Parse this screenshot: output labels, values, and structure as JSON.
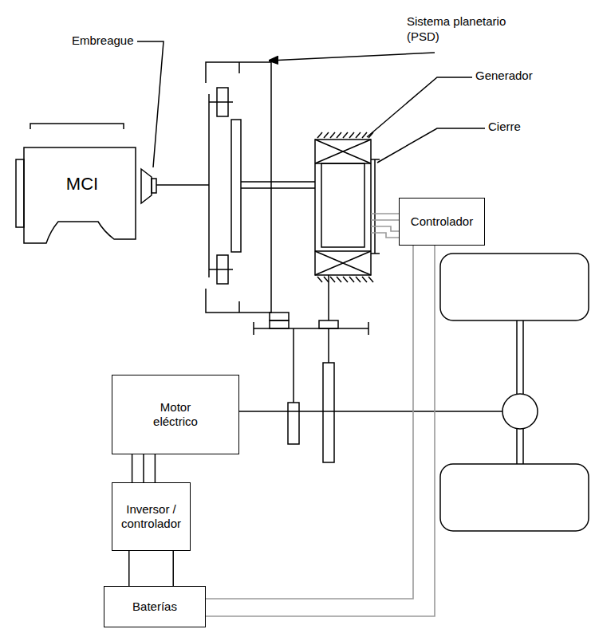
{
  "diagram": {
    "nodes": [
      {
        "text": [
          "MCI"
        ]
      },
      {
        "text": [
          "Controlador"
        ]
      },
      {
        "text": [
          "Motor eléctrico"
        ]
      },
      {
        "text": [
          "Inversor / controlador"
        ]
      },
      {
        "text": [
          "Baterías"
        ]
      }
    ],
    "edges": [
      {
        "from": 2,
        "to": 3,
        "arrow": "none"
      },
      {
        "from": 3,
        "to": 4,
        "arrow": "none"
      },
      {
        "from": 4,
        "to": 1,
        "arrow": "none"
      }
    ],
    "labels": [
      "Sistema planetario (PSD)",
      "Embreague",
      "Generador",
      "Cierre"
    ]
  }
}
